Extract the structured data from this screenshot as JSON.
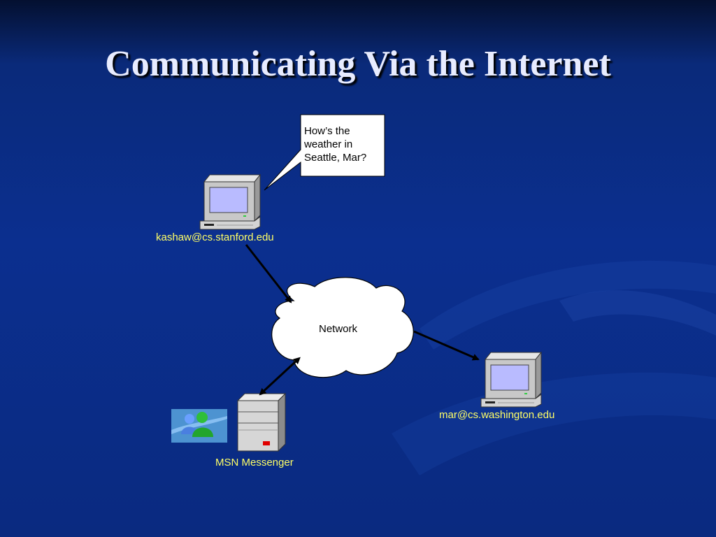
{
  "slide": {
    "title": "Communicating Via the Internet"
  },
  "diagram": {
    "speech_bubble": {
      "lines": [
        "How’s the",
        "weather in",
        "Seattle, Mar?"
      ]
    },
    "network_label": "Network",
    "computer_left_label": "kashaw@cs.stanford.edu",
    "computer_right_label": "mar@cs.washington.edu",
    "server_label": "MSN Messenger"
  },
  "colors": {
    "background": "#0b2f8f",
    "title": "#e8ecff",
    "labels": "#ffff66"
  }
}
